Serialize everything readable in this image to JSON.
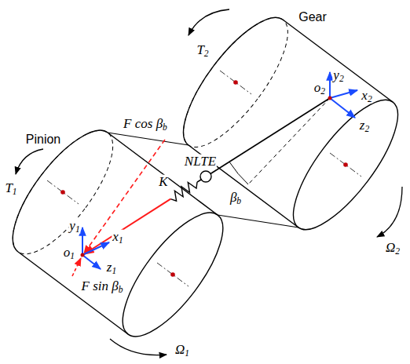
{
  "diagram": {
    "labels": [
      "Gear",
      "T2",
      "Pinion",
      "F cos βb",
      "NLTE",
      "K",
      "βb",
      "y2",
      "x2",
      "o2",
      "z2",
      "T1",
      "y1",
      "x1",
      "o1",
      "z1",
      "F sin βb",
      "Ω2",
      "Ω1"
    ]
  }
}
